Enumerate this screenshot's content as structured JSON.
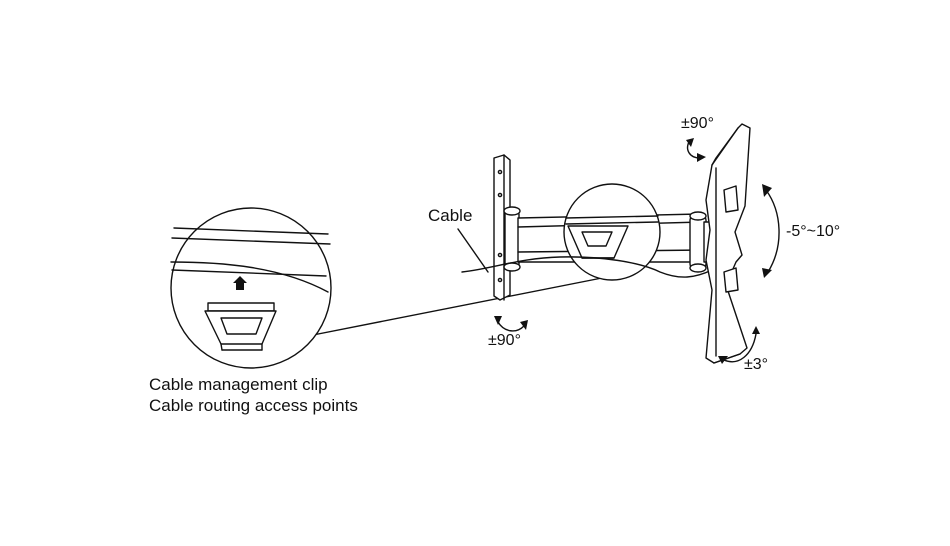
{
  "labels": {
    "cable": "Cable",
    "swivel_wall": "±90°",
    "swivel_plate": "±90°",
    "tilt": "-5°~10°",
    "rotate": "±3°"
  },
  "caption": {
    "line1": "Cable management clip",
    "line2": "Cable routing access points"
  },
  "colors": {
    "stroke": "#111111",
    "fill": "#ffffff"
  }
}
